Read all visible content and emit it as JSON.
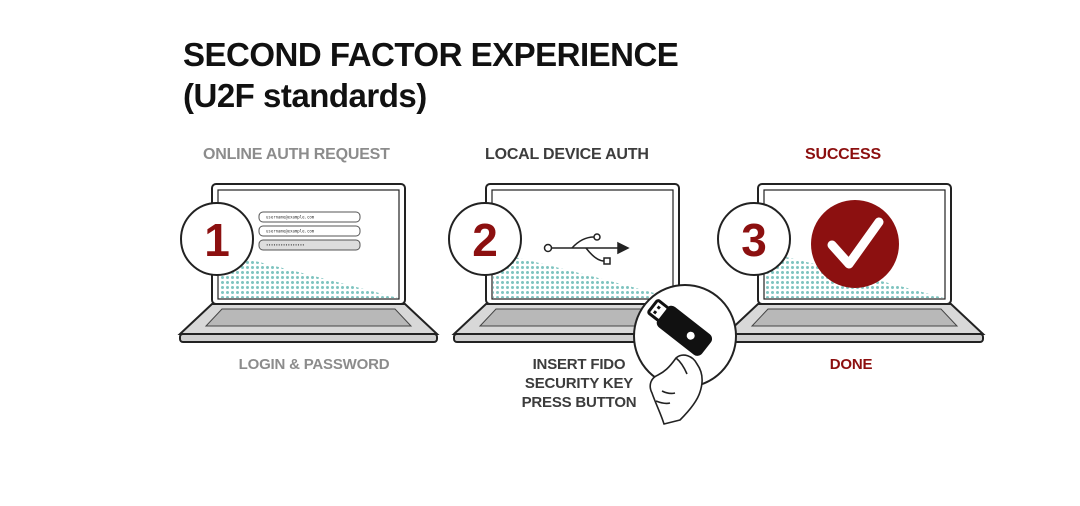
{
  "title": {
    "line1": "SECOND FACTOR EXPERIENCE",
    "line2": "(U2F standards)"
  },
  "steps": [
    {
      "number": "1",
      "heading": "ONLINE AUTH REQUEST",
      "caption_lines": [
        "LOGIN & PASSWORD"
      ],
      "form": {
        "field1": "username@example.com",
        "field2": "username@example.com",
        "field3": "••••••••••••••••"
      }
    },
    {
      "number": "2",
      "heading": "LOCAL DEVICE AUTH",
      "caption_lines": [
        "INSERT FIDO",
        "SECURITY KEY",
        "PRESS BUTTON"
      ]
    },
    {
      "number": "3",
      "heading": "SUCCESS",
      "caption_lines": [
        "DONE"
      ]
    }
  ],
  "colors": {
    "accent_red": "#8c1010",
    "gray_text": "#8c8c8c",
    "dark_text": "#3c3c3c",
    "dot_pattern": "#7fc4c0"
  },
  "icons": [
    "usb-icon",
    "checkmark-icon",
    "security-key-icon",
    "hand-icon"
  ]
}
